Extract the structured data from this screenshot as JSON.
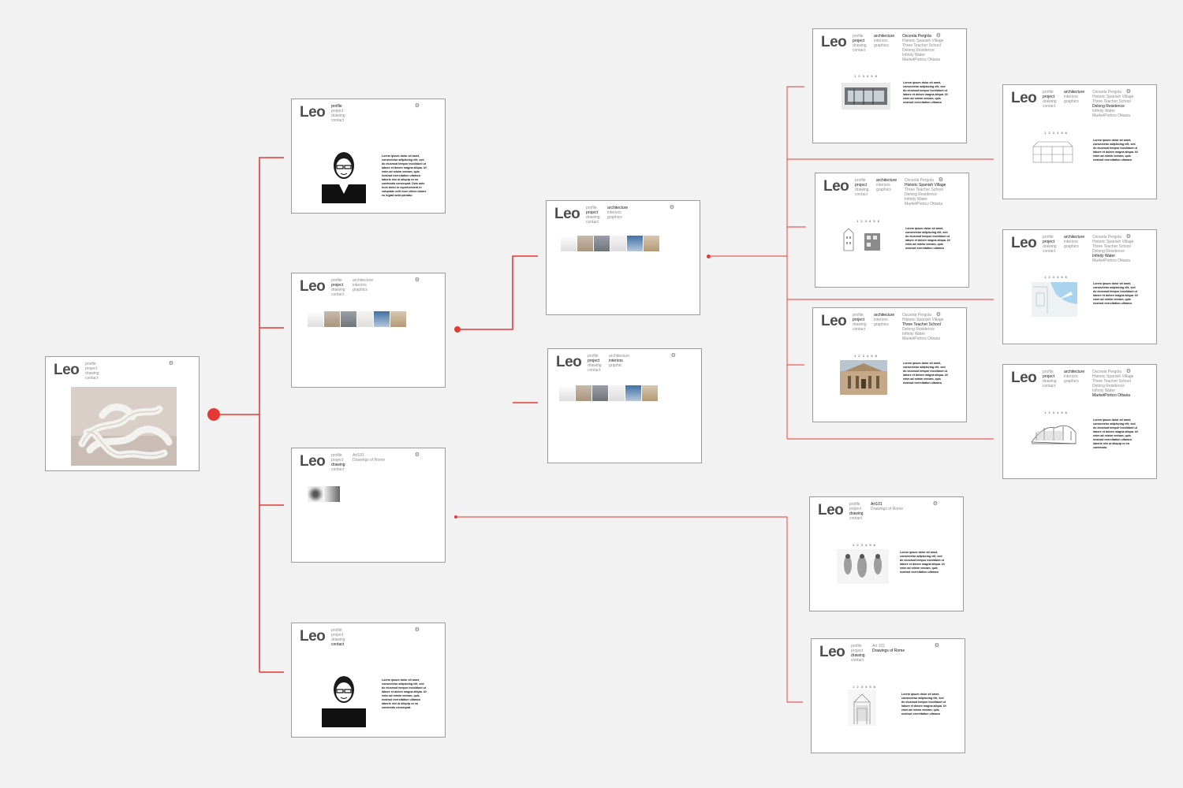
{
  "brand": "Leo",
  "gear_icon": "gear-icon",
  "accent_color": "#e53935",
  "nav": [
    "profile",
    "project",
    "drawing",
    "contact"
  ],
  "categories": [
    "architecture",
    "interiors",
    "graphics"
  ],
  "categories_alt": [
    "architecture",
    "interiors",
    "graphic"
  ],
  "projects": [
    "Osceola Pergola",
    "Historic Spanish Village",
    "Three Teacher School",
    "Delong Residence",
    "Infinity Water",
    "MarketPortico Ottavia"
  ],
  "drawing_sets": [
    "Art101",
    "Drawings of Rome"
  ],
  "drawing_sets_alt": [
    "Art 101",
    "Drawings of Rome"
  ],
  "pager": "1 2 3 4 5 6",
  "bio_text": "Lorem ipsum dolor sit amet, consectetur adipiscing elit, sed do eiusmod tempor incididunt ut labore et dolore magna aliqua. Ut enim ad minim veniam, quis nostrud exercitation ullamco laboris nisi ut aliquip ex ea commodo consequat. Duis aute irure dolor in reprehenderit in voluptate velit esse cillum dolore eu fugiat nulla pariatur.",
  "contact_text": "Lorem ipsum dolor sit amet, consectetur adipiscing elit, sed do eiusmod tempor incididunt ut labore et dolore magna aliqua. Ut enim ad minim veniam, quis nostrud exercitation ullamco laboris nisi ut aliquip ex ea commodo consequat.",
  "project_text": "Lorem ipsum dolor sit amet, consectetur adipiscing elit, sed do eiusmod tempor incididunt ut labore et dolore magna aliqua. Ut enim ad minim veniam, quis nostrud exercitation ullamco laboris nisi ut aliquip ex ea commodo."
}
